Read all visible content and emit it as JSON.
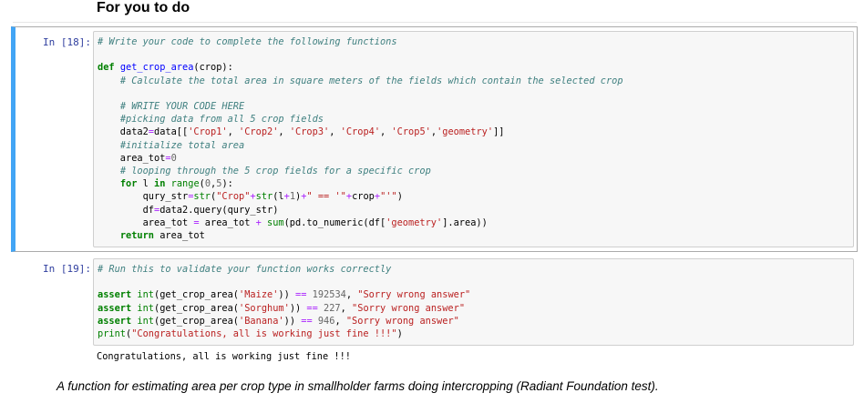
{
  "section_heading": "For you to do",
  "cells": [
    {
      "prompt": "In [18]:",
      "lines": [
        "# Write your code to complete the following functions",
        "",
        "def get_crop_area(crop):",
        "    # Calculate the total area in square meters of the fields which contain the selected crop",
        "",
        "    # WRITE YOUR CODE HERE",
        "    #picking data from all 5 crop fields",
        "    data2=data[['Crop1', 'Crop2', 'Crop3', 'Crop4', 'Crop5','geometry']]",
        "    #initialize total area",
        "    area_tot=0",
        "    # looping through the 5 crop fields for a specific crop",
        "    for l in range(0,5):",
        "        qury_str=str(\"Crop\"+str(l+1)+\" == '\"+crop+\"'\")",
        "        df=data2.query(qury_str)",
        "        area_tot = area_tot + sum(pd.to_numeric(df['geometry'].area))",
        "    return area_tot"
      ]
    },
    {
      "prompt": "In [19]:",
      "lines": [
        "# Run this to validate your function works correctly",
        "",
        "assert int(get_crop_area('Maize')) == 192534, \"Sorry wrong answer\"",
        "assert int(get_crop_area('Sorghum')) == 227, \"Sorry wrong answer\"",
        "assert int(get_crop_area('Banana')) == 946, \"Sorry wrong answer\"",
        "print(\"Congratulations, all is working just fine !!!\")"
      ],
      "output": "Congratulations, all is working just fine !!!"
    }
  ],
  "caption": "A function for estimating area per crop type in smallholder farms doing intercropping (Radiant Foundation test).",
  "colors": {
    "selected_cell_bar": "#42a5f5",
    "prompt": "#303f9f",
    "comment": "#408080",
    "keyword": "#008000",
    "string": "#ba2121"
  }
}
